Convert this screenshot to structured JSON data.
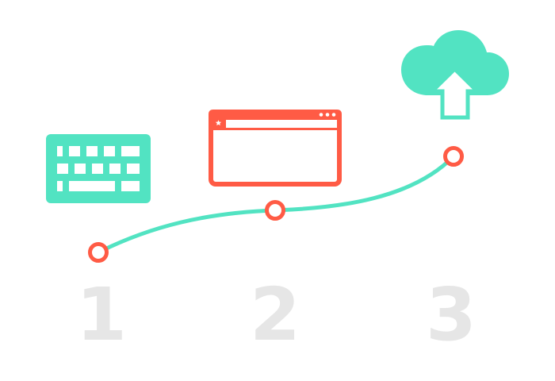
{
  "colors": {
    "teal": "#52E3C2",
    "coral": "#FF5B45",
    "number_gray": "#E6E6E6",
    "background": "#FFFFFF"
  },
  "steps": [
    {
      "number": "1",
      "icon": "keyboard-icon",
      "label": "keyboard"
    },
    {
      "number": "2",
      "icon": "browser-window-icon",
      "label": "browser"
    },
    {
      "number": "3",
      "icon": "cloud-upload-icon",
      "label": "upload"
    }
  ]
}
